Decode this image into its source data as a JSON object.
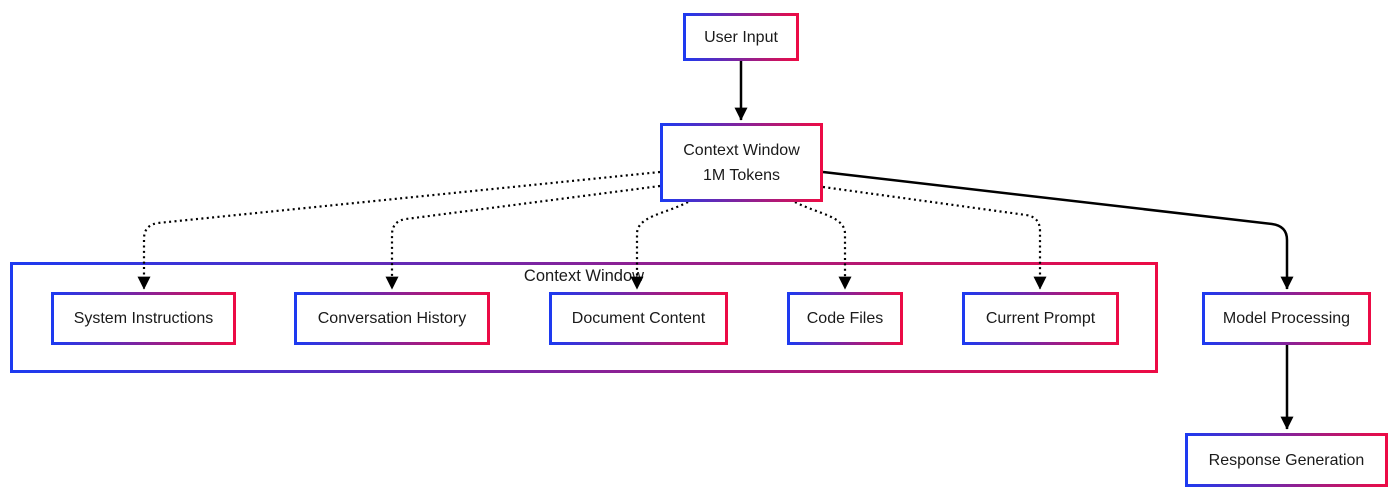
{
  "diagram": {
    "type": "flowchart",
    "colors": {
      "background": "#ffffff",
      "border_gradient_from": "#1d3af0",
      "border_gradient_to": "#ec0b45",
      "line": "#000000",
      "text": "#1a1a1a"
    },
    "cluster": {
      "label": "Context Window"
    },
    "nodes": {
      "user_input": "User Input",
      "context_window_line1": "Context Window",
      "context_window_line2": "1M Tokens",
      "system_instructions": "System Instructions",
      "conversation_history": "Conversation History",
      "document_content": "Document Content",
      "code_files": "Code Files",
      "current_prompt": "Current Prompt",
      "model_processing": "Model Processing",
      "response_generation": "Response Generation"
    },
    "edges": [
      {
        "from": "User Input",
        "to": "Context Window 1M Tokens",
        "style": "solid"
      },
      {
        "from": "Context Window 1M Tokens",
        "to": "System Instructions",
        "style": "dotted"
      },
      {
        "from": "Context Window 1M Tokens",
        "to": "Conversation History",
        "style": "dotted"
      },
      {
        "from": "Context Window 1M Tokens",
        "to": "Document Content",
        "style": "dotted"
      },
      {
        "from": "Context Window 1M Tokens",
        "to": "Code Files",
        "style": "dotted"
      },
      {
        "from": "Context Window 1M Tokens",
        "to": "Current Prompt",
        "style": "dotted"
      },
      {
        "from": "Context Window 1M Tokens",
        "to": "Model Processing",
        "style": "solid"
      },
      {
        "from": "Model Processing",
        "to": "Response Generation",
        "style": "solid"
      }
    ]
  }
}
